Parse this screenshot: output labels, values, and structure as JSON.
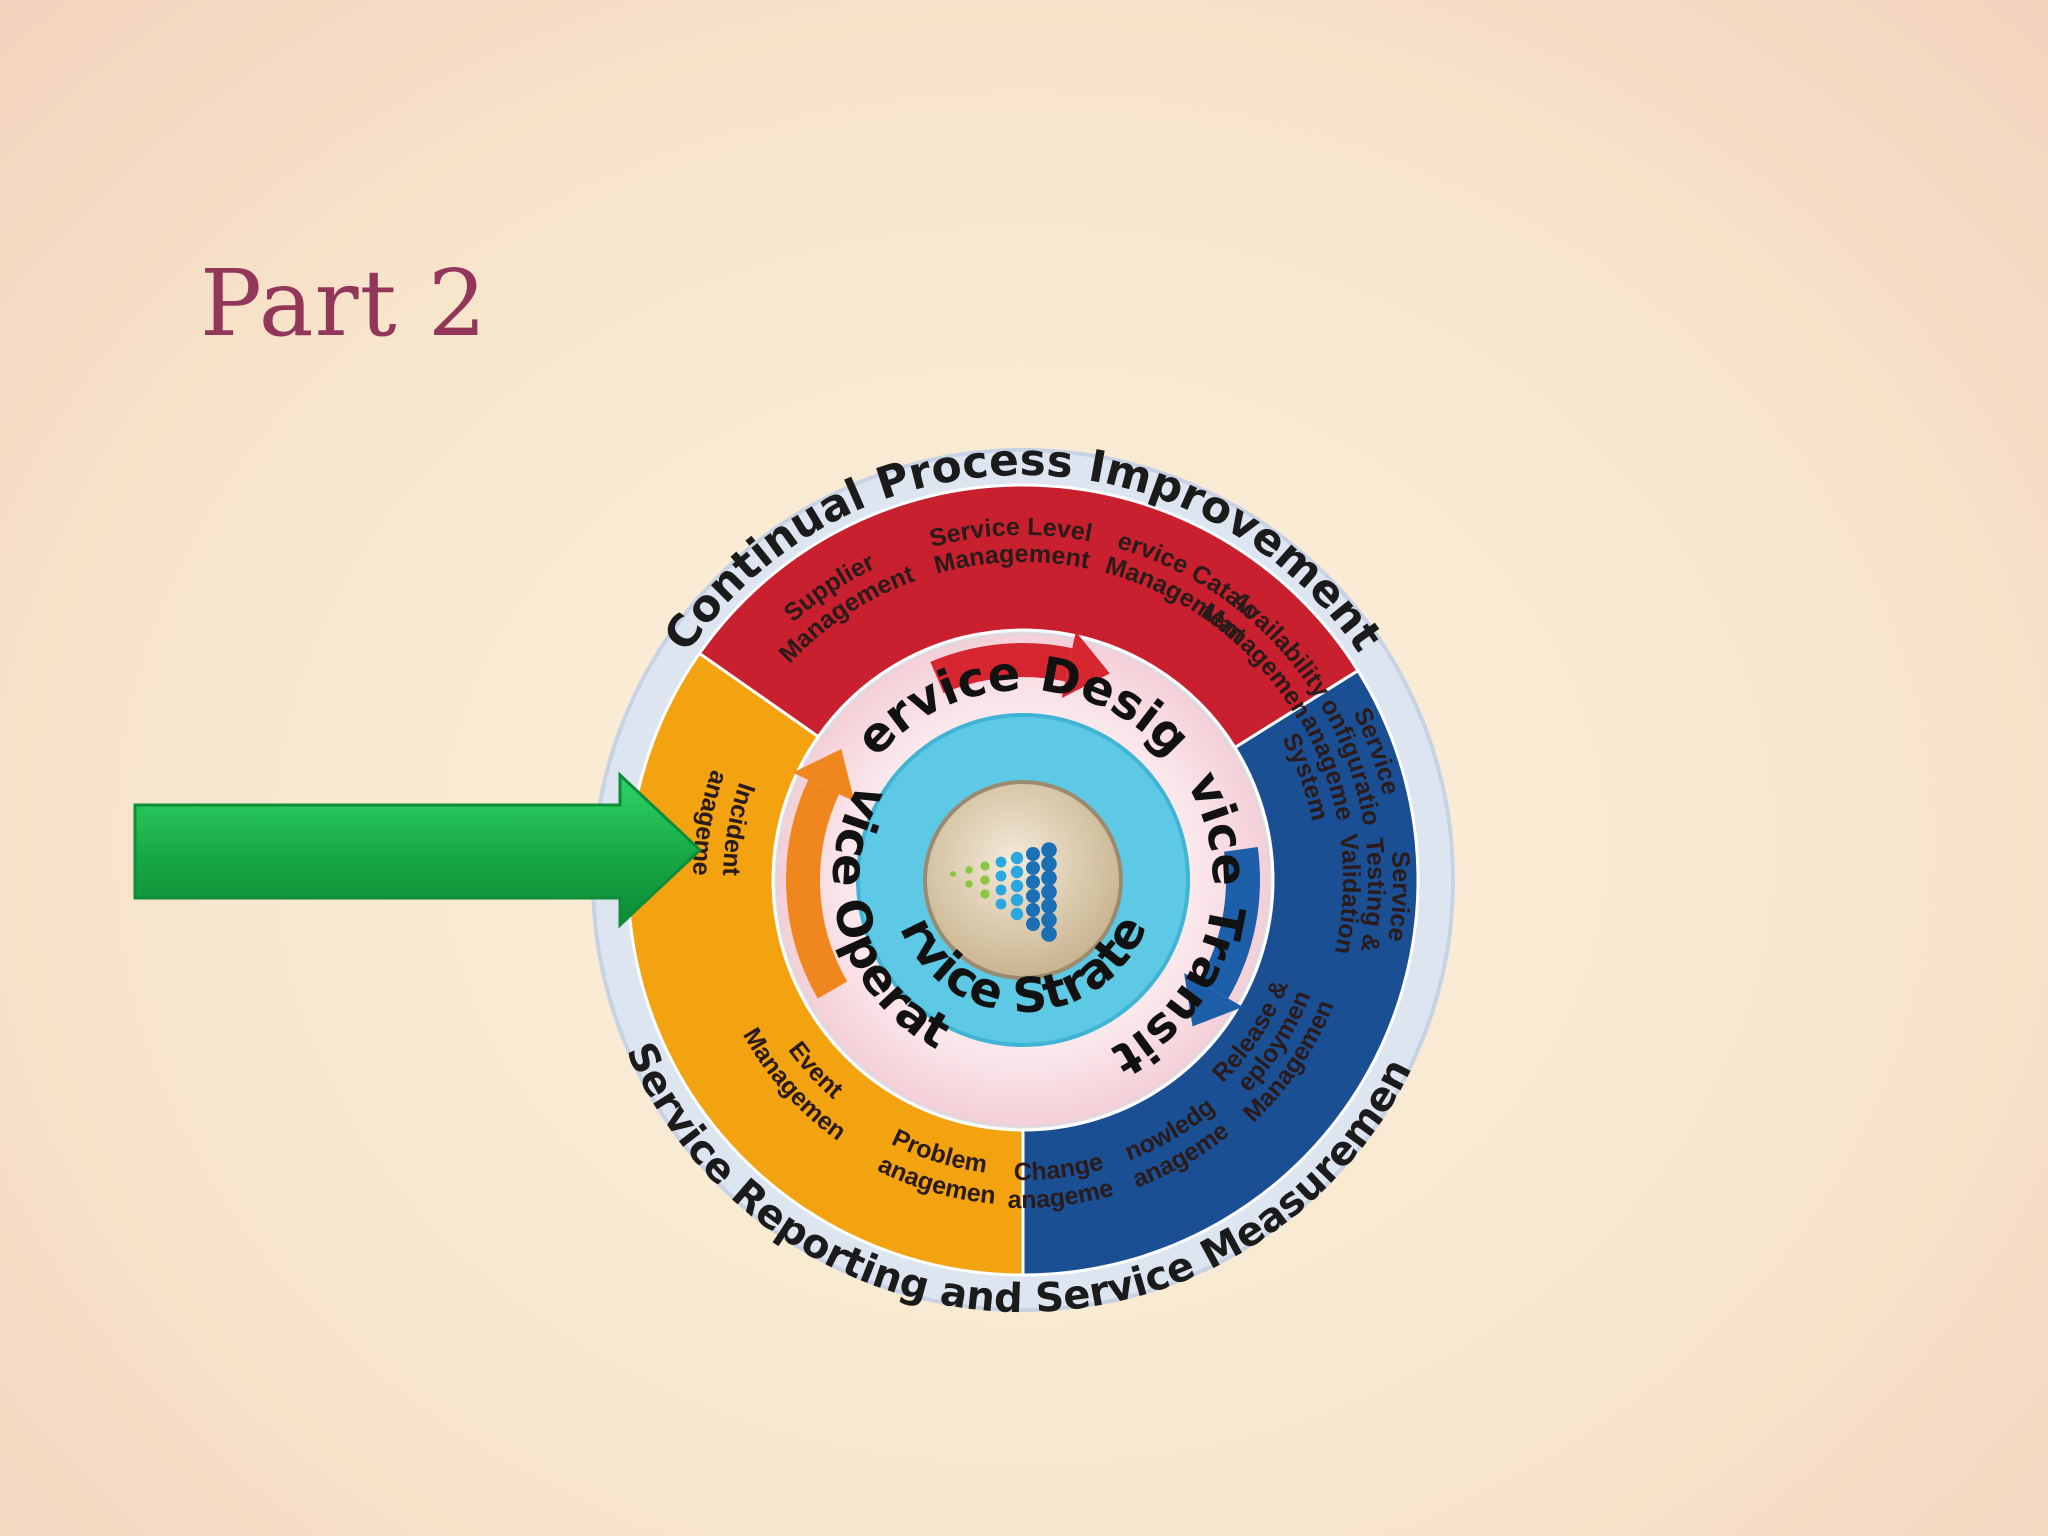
{
  "slide": {
    "title": "Part 2"
  },
  "outer_ring": {
    "top_label": "Continual Process Improvement",
    "bottom_label": "Service Reporting and Service Measurement"
  },
  "design_segment": {
    "color": "#c8202e",
    "processes": [
      "Supplier",
      "Management",
      "Service Level",
      "Management",
      "Service Catalog",
      "Management",
      "Availability",
      "Management"
    ]
  },
  "transition_segment": {
    "color": "#1b4f93",
    "processes": [
      "Service",
      "Configuration",
      "Management",
      "System",
      "Service",
      "Testing &",
      "Validation",
      "Release &",
      "Deployment",
      "Management",
      "Knowledge",
      "Management",
      "Change",
      "Management"
    ]
  },
  "operation_segment": {
    "color": "#f2a30f",
    "processes": [
      "Incident",
      "Management",
      "Event",
      "Management",
      "Problem",
      "Management"
    ]
  },
  "phases": {
    "design": "Service Design",
    "transition": "Service Transition",
    "operation": "Service Operation",
    "strategy": "Service Strategy"
  },
  "colors": {
    "strategy_ring": "#5ec9e4",
    "pointer_arrow": "#19b04b",
    "title": "#93375a"
  }
}
